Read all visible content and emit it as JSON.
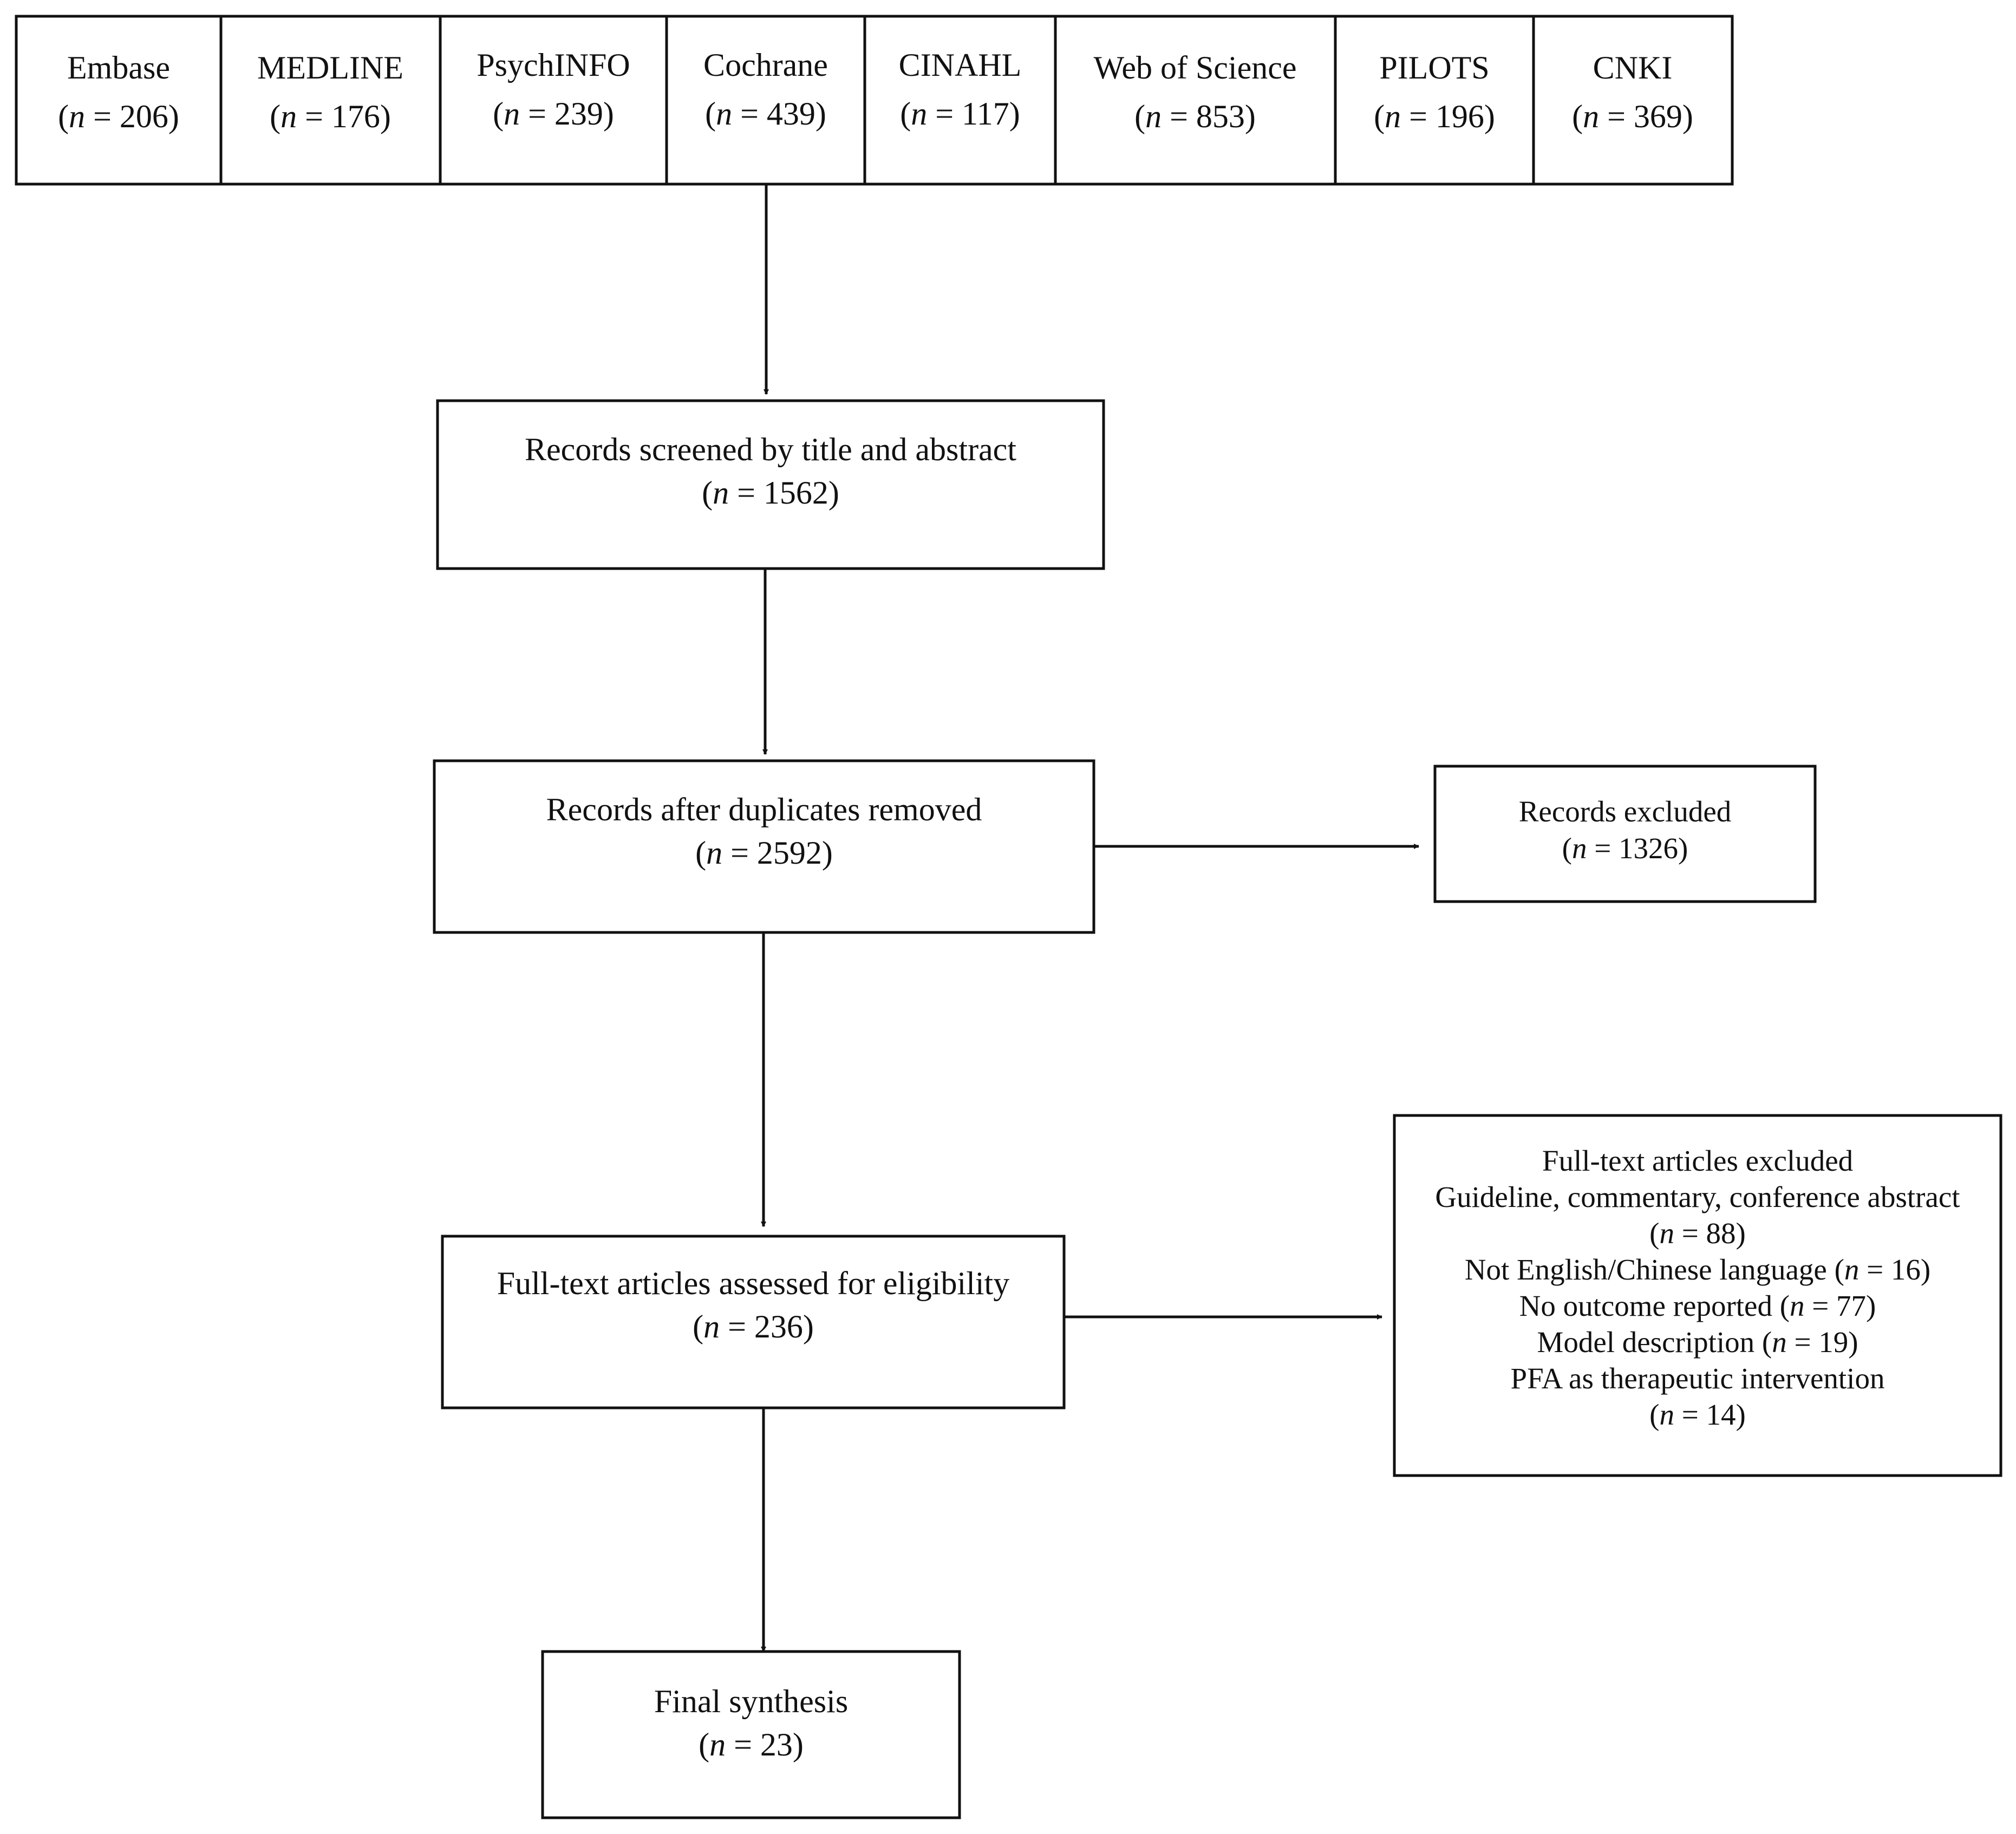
{
  "sources": [
    {
      "name": "Embase",
      "count_prefix": "(",
      "n": "n",
      "count_suffix": " = 206)"
    },
    {
      "name": "MEDLINE",
      "count_prefix": "(",
      "n": "n",
      "count_suffix": " = 176)"
    },
    {
      "name": "PsychINFO",
      "count_prefix": "(",
      "n": "n",
      "count_suffix": " = 239)"
    },
    {
      "name": "Cochrane",
      "count_prefix": "(",
      "n": "n",
      "count_suffix": " = 439)"
    },
    {
      "name": "CINAHL",
      "count_prefix": "(",
      "n": "n",
      "count_suffix": " = 117)"
    },
    {
      "name": "Web of Science",
      "count_prefix": "(",
      "n": "n",
      "count_suffix": " = 853)"
    },
    {
      "name": "PILOTS",
      "count_prefix": "(",
      "n": "n",
      "count_suffix": " = 196)"
    },
    {
      "name": "CNKI",
      "count_prefix": "(",
      "n": "n",
      "count_suffix": " = 369)"
    }
  ],
  "screened": {
    "label": "Records screened by title and abstract",
    "count_prefix": "(",
    "n": "n",
    "count_suffix": " = 1562)"
  },
  "deduplicated": {
    "label": "Records after duplicates removed",
    "count_prefix": "(",
    "n": "n",
    "count_suffix": " = 2592)"
  },
  "excluded_records": {
    "label": "Records excluded",
    "count_prefix": "(",
    "n": "n",
    "count_suffix": " = 1326)"
  },
  "fulltext": {
    "label": "Full-text articles assessed for eligibility",
    "count_prefix": "(",
    "n": "n",
    "count_suffix": " = 236)"
  },
  "excluded_fulltext": {
    "title": "Full-text articles excluded",
    "reasons": [
      {
        "pre": "Guideline, commentary, conference abstract",
        "open": "",
        "n": "",
        "post": ""
      },
      {
        "pre": "",
        "open": "(",
        "n": "n",
        "post": " = 88)"
      },
      {
        "pre": "Not English/Chinese language ",
        "open": "(",
        "n": "n",
        "post": " = 16)"
      },
      {
        "pre": "No outcome reported ",
        "open": "(",
        "n": "n",
        "post": " = 77)"
      },
      {
        "pre": "Model description ",
        "open": "(",
        "n": "n",
        "post": " = 19)"
      },
      {
        "pre": "PFA as therapeutic intervention",
        "open": "",
        "n": "",
        "post": ""
      },
      {
        "pre": "",
        "open": "(",
        "n": "n",
        "post": " = 14)"
      }
    ]
  },
  "final": {
    "label": "Final synthesis",
    "count_prefix": "(",
    "n": "n",
    "count_suffix": " = 23)"
  }
}
